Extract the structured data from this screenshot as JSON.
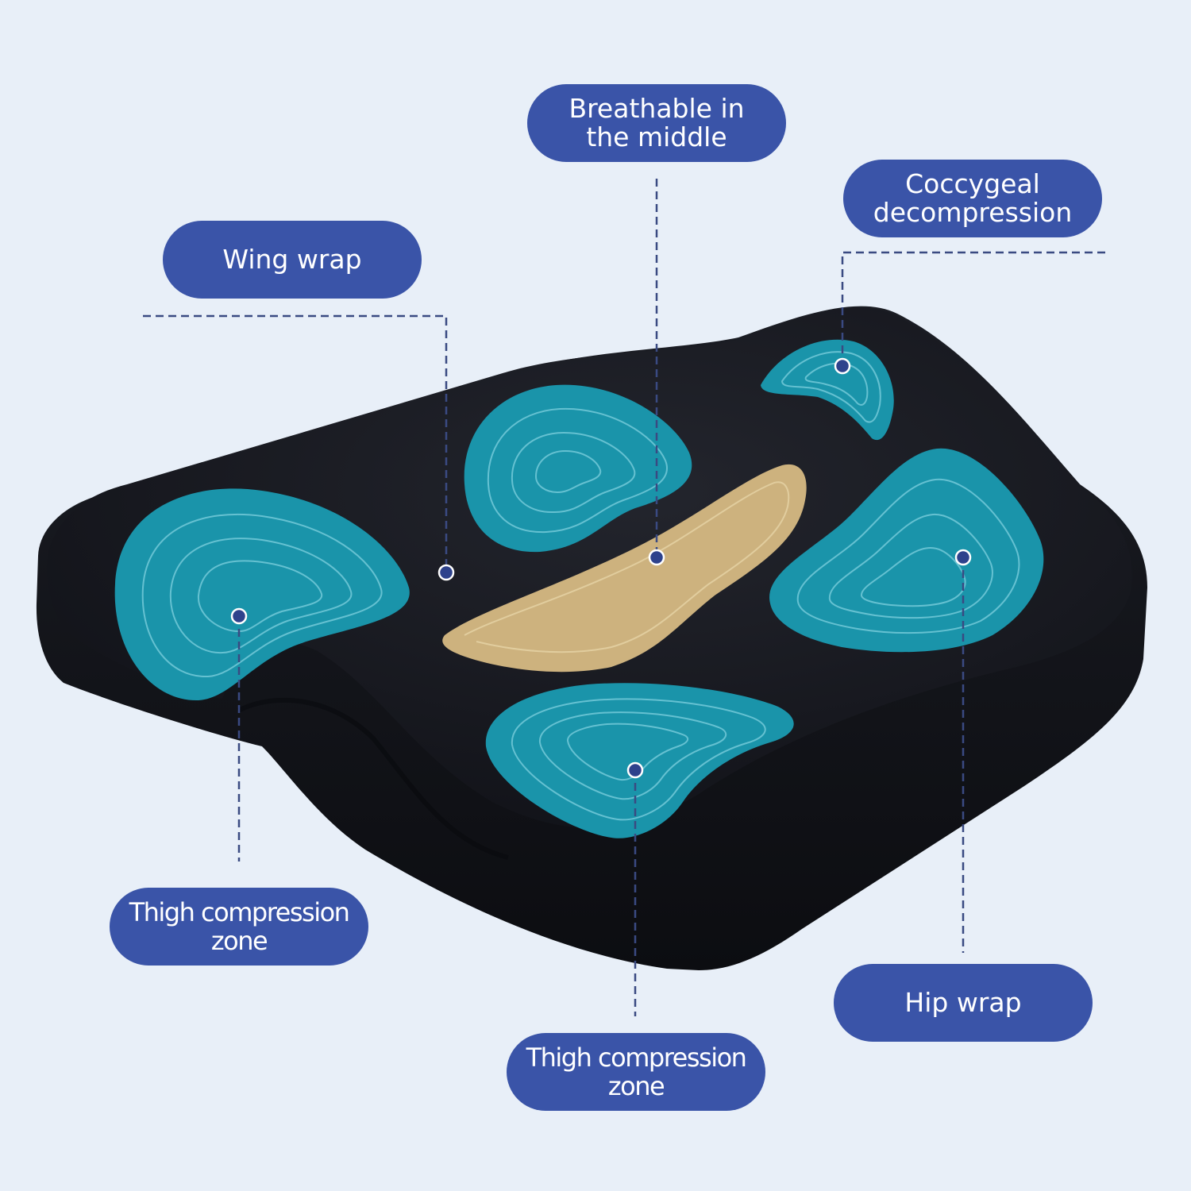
{
  "labels": {
    "breathable": "Breathable in the middle",
    "coccygeal": "Coccygeal decompression",
    "wing": "Wing wrap",
    "thigh_left": "Thigh compression zone",
    "thigh_front": "Thigh compression zone",
    "hip": "Hip wrap"
  },
  "colors": {
    "background": "#e8eff8",
    "label_fill": "#3a54a8",
    "label_text": "#ffffff",
    "cushion": "#15171d",
    "gel_zone": "#1a94aa",
    "breathable_zone": "#cdb27e",
    "marker": "#2e428c",
    "leader": "#3a4a82"
  }
}
